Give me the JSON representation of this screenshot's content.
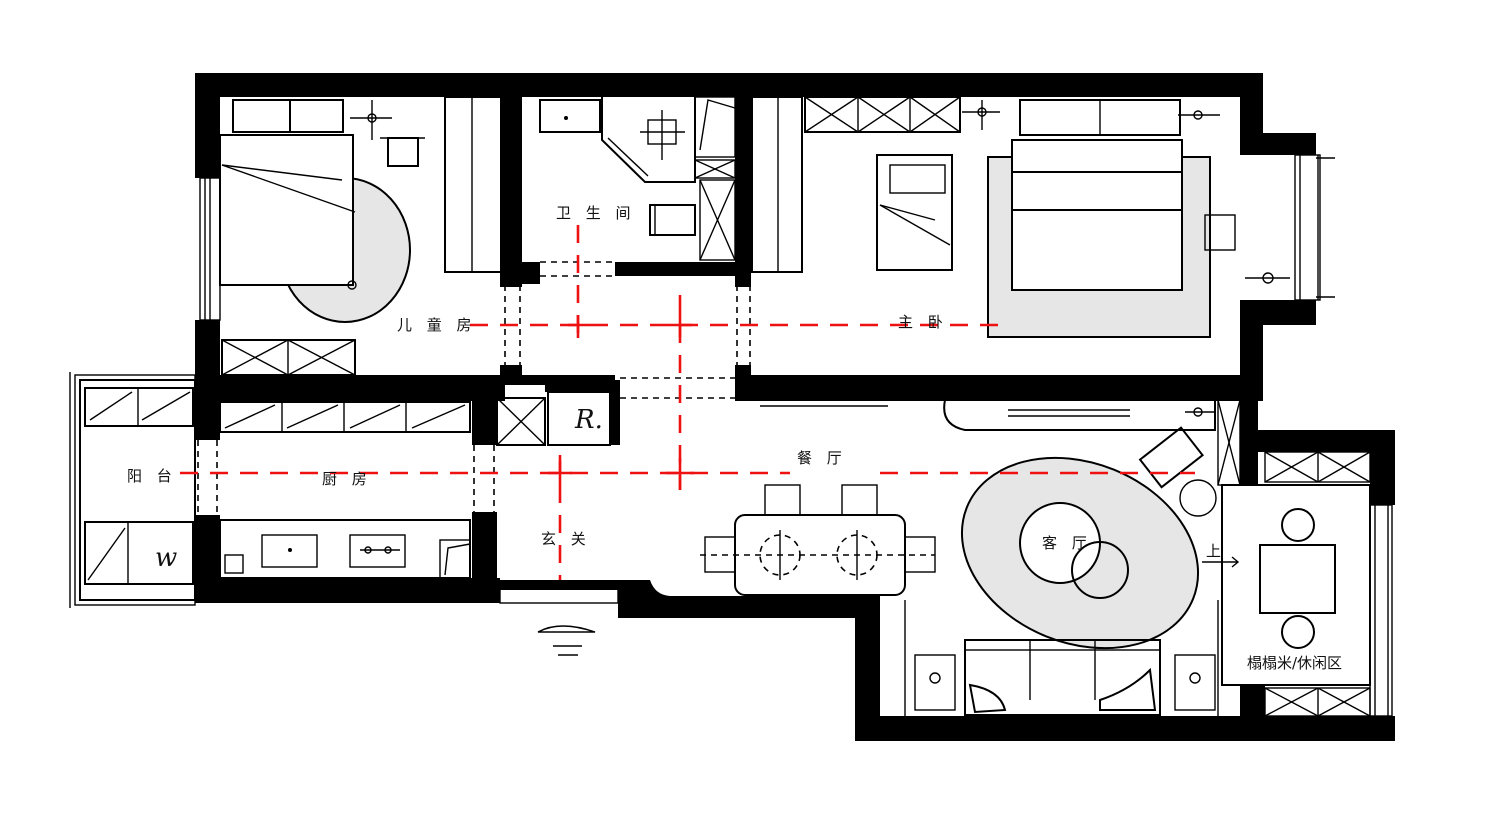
{
  "rooms": {
    "kids_room": "儿 童 房",
    "bathroom": "卫 生 间",
    "master_bedroom": "主 卧",
    "balcony": "阳 台",
    "kitchen": "厨 房",
    "dining": "餐 厅",
    "entrance": "玄 关",
    "living": "客 厅",
    "tatami": "榻榻米/休闲区"
  },
  "marks": {
    "fridge": "R.",
    "washer": "w",
    "step_up": "上"
  },
  "colors": {
    "wall": "#000000",
    "axis_line": "#ee1111",
    "rug_fill": "#e6e6e6"
  }
}
